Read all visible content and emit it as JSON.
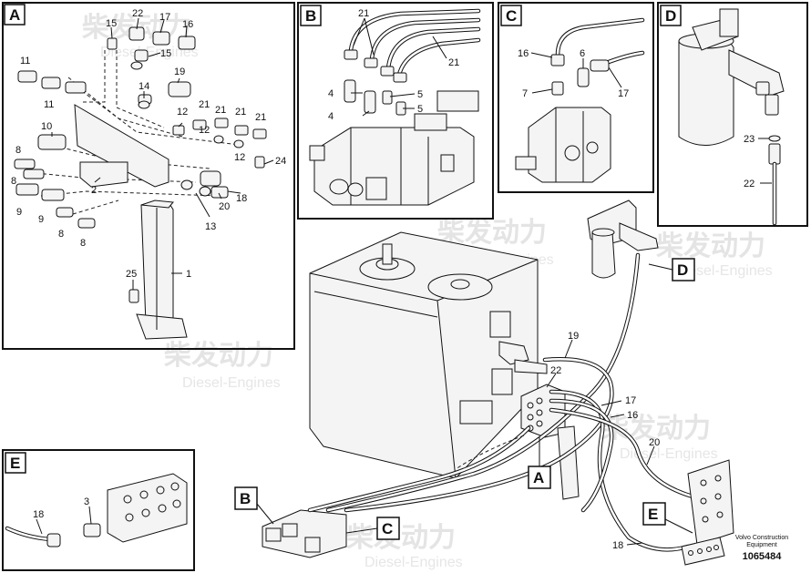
{
  "panels": {
    "A": {
      "letter": "A",
      "callouts": [
        "22",
        "15",
        "17",
        "16",
        "11",
        "11",
        "15",
        "19",
        "14",
        "10",
        "12",
        "21",
        "21",
        "21",
        "12",
        "21",
        "12",
        "8",
        "8",
        "24",
        "2",
        "9",
        "9",
        "20",
        "18",
        "13",
        "8",
        "8",
        "25",
        "1"
      ]
    },
    "B": {
      "letter": "B",
      "callouts": [
        "21",
        "4",
        "4",
        "5",
        "5",
        "21"
      ]
    },
    "C": {
      "letter": "C",
      "callouts": [
        "16",
        "6",
        "7",
        "17"
      ]
    },
    "D": {
      "letter": "D",
      "callouts": [
        "23",
        "22"
      ]
    },
    "E": {
      "letter": "E",
      "callouts": [
        "18",
        "3"
      ]
    }
  },
  "main": {
    "flags": [
      "D",
      "A",
      "B",
      "C",
      "E"
    ],
    "callouts": [
      "19",
      "22",
      "17",
      "16",
      "20",
      "18"
    ]
  },
  "footer": {
    "brand_line": "Volvo Construction",
    "brand_line2": "Equipment",
    "drawing_number": "1065484"
  },
  "watermark": {
    "cn": "柴发动力",
    "en": "Diesel-Engines"
  }
}
